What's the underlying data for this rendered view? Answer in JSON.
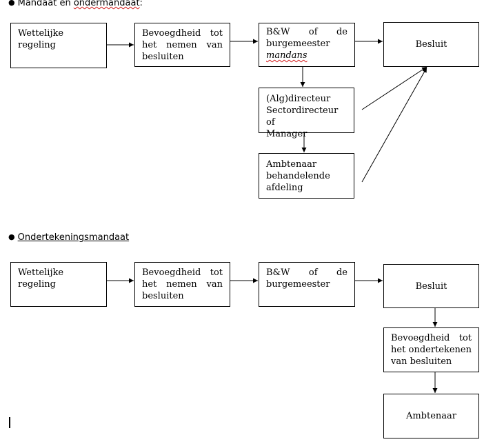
{
  "section1": {
    "heading": "Mandaat en ondermandaat:",
    "heading_parts": [
      "Mandaat en ",
      "ondermandaat",
      ":"
    ],
    "boxes": {
      "wettelijke": "Wettelijke regeling",
      "bevoegdheid_l1": "Bevoegdheid tot",
      "bevoegdheid_l2": "het nemen van",
      "bevoegdheid_l3": "besluiten",
      "bw_l1": "B&W of de",
      "bw_l2": "burgemeester",
      "bw_l3": "mandans",
      "besluit": "Besluit",
      "directeur_l1": "(Alg)directeur",
      "directeur_l2": "Sectordirecteur of",
      "directeur_l3": "Manager",
      "ambtenaar_l1": "Ambtenaar",
      "ambtenaar_l2": "behandelende",
      "ambtenaar_l3": "afdeling"
    }
  },
  "section2": {
    "heading": "Ondertekeningsmandaat",
    "boxes": {
      "wettelijke_l1": "Wettelijke",
      "wettelijke_l2": "regeling",
      "bevoegdheid_l1": "Bevoegdheid tot",
      "bevoegdheid_l2": "het nemen van",
      "bevoegdheid_l3": "besluiten",
      "bw_l1": "B&W of de",
      "bw_l2": "burgemeester",
      "besluit": "Besluit",
      "onderteken_l1": "Bevoegdheid tot",
      "onderteken_l2": "het ondertekenen",
      "onderteken_l3": "van besluiten",
      "ambtenaar": "Ambtenaar"
    }
  }
}
